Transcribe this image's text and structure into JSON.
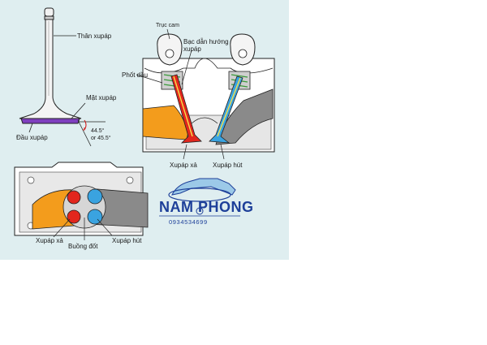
{
  "labels": {
    "than_xupap": "Thân xupáp",
    "mat_xupap": "Mặt xupáp",
    "dau_xupap": "Đầu xupáp",
    "angle_1": "44.5°",
    "angle_2": "or 45.5°",
    "truc_cam": "Trục cam",
    "bac_dan_huong": "Bạc dẫn hướng",
    "xupap_word": "xupáp",
    "phot_dau": "Phốt dầu",
    "xupap_xa_top": "Xupáp xả",
    "xupap_hut_top": "Xupáp hút",
    "xupap_xa_bottom": "Xupáp xả",
    "buong_dot": "Buồng đốt",
    "xupap_hut_bottom": "Xupáp hút"
  },
  "logo": {
    "name": "NAM PHONG",
    "phone": "0934534699"
  },
  "colors": {
    "panel_bg": "#dfeef0",
    "exhaust": "#e2261d",
    "intake": "#3aa3e0",
    "orange_port": "#f39c1c",
    "grey_port": "#8a8a8a",
    "valve_face": "#7f3fbf",
    "logo_blue": "#1d3f99"
  }
}
